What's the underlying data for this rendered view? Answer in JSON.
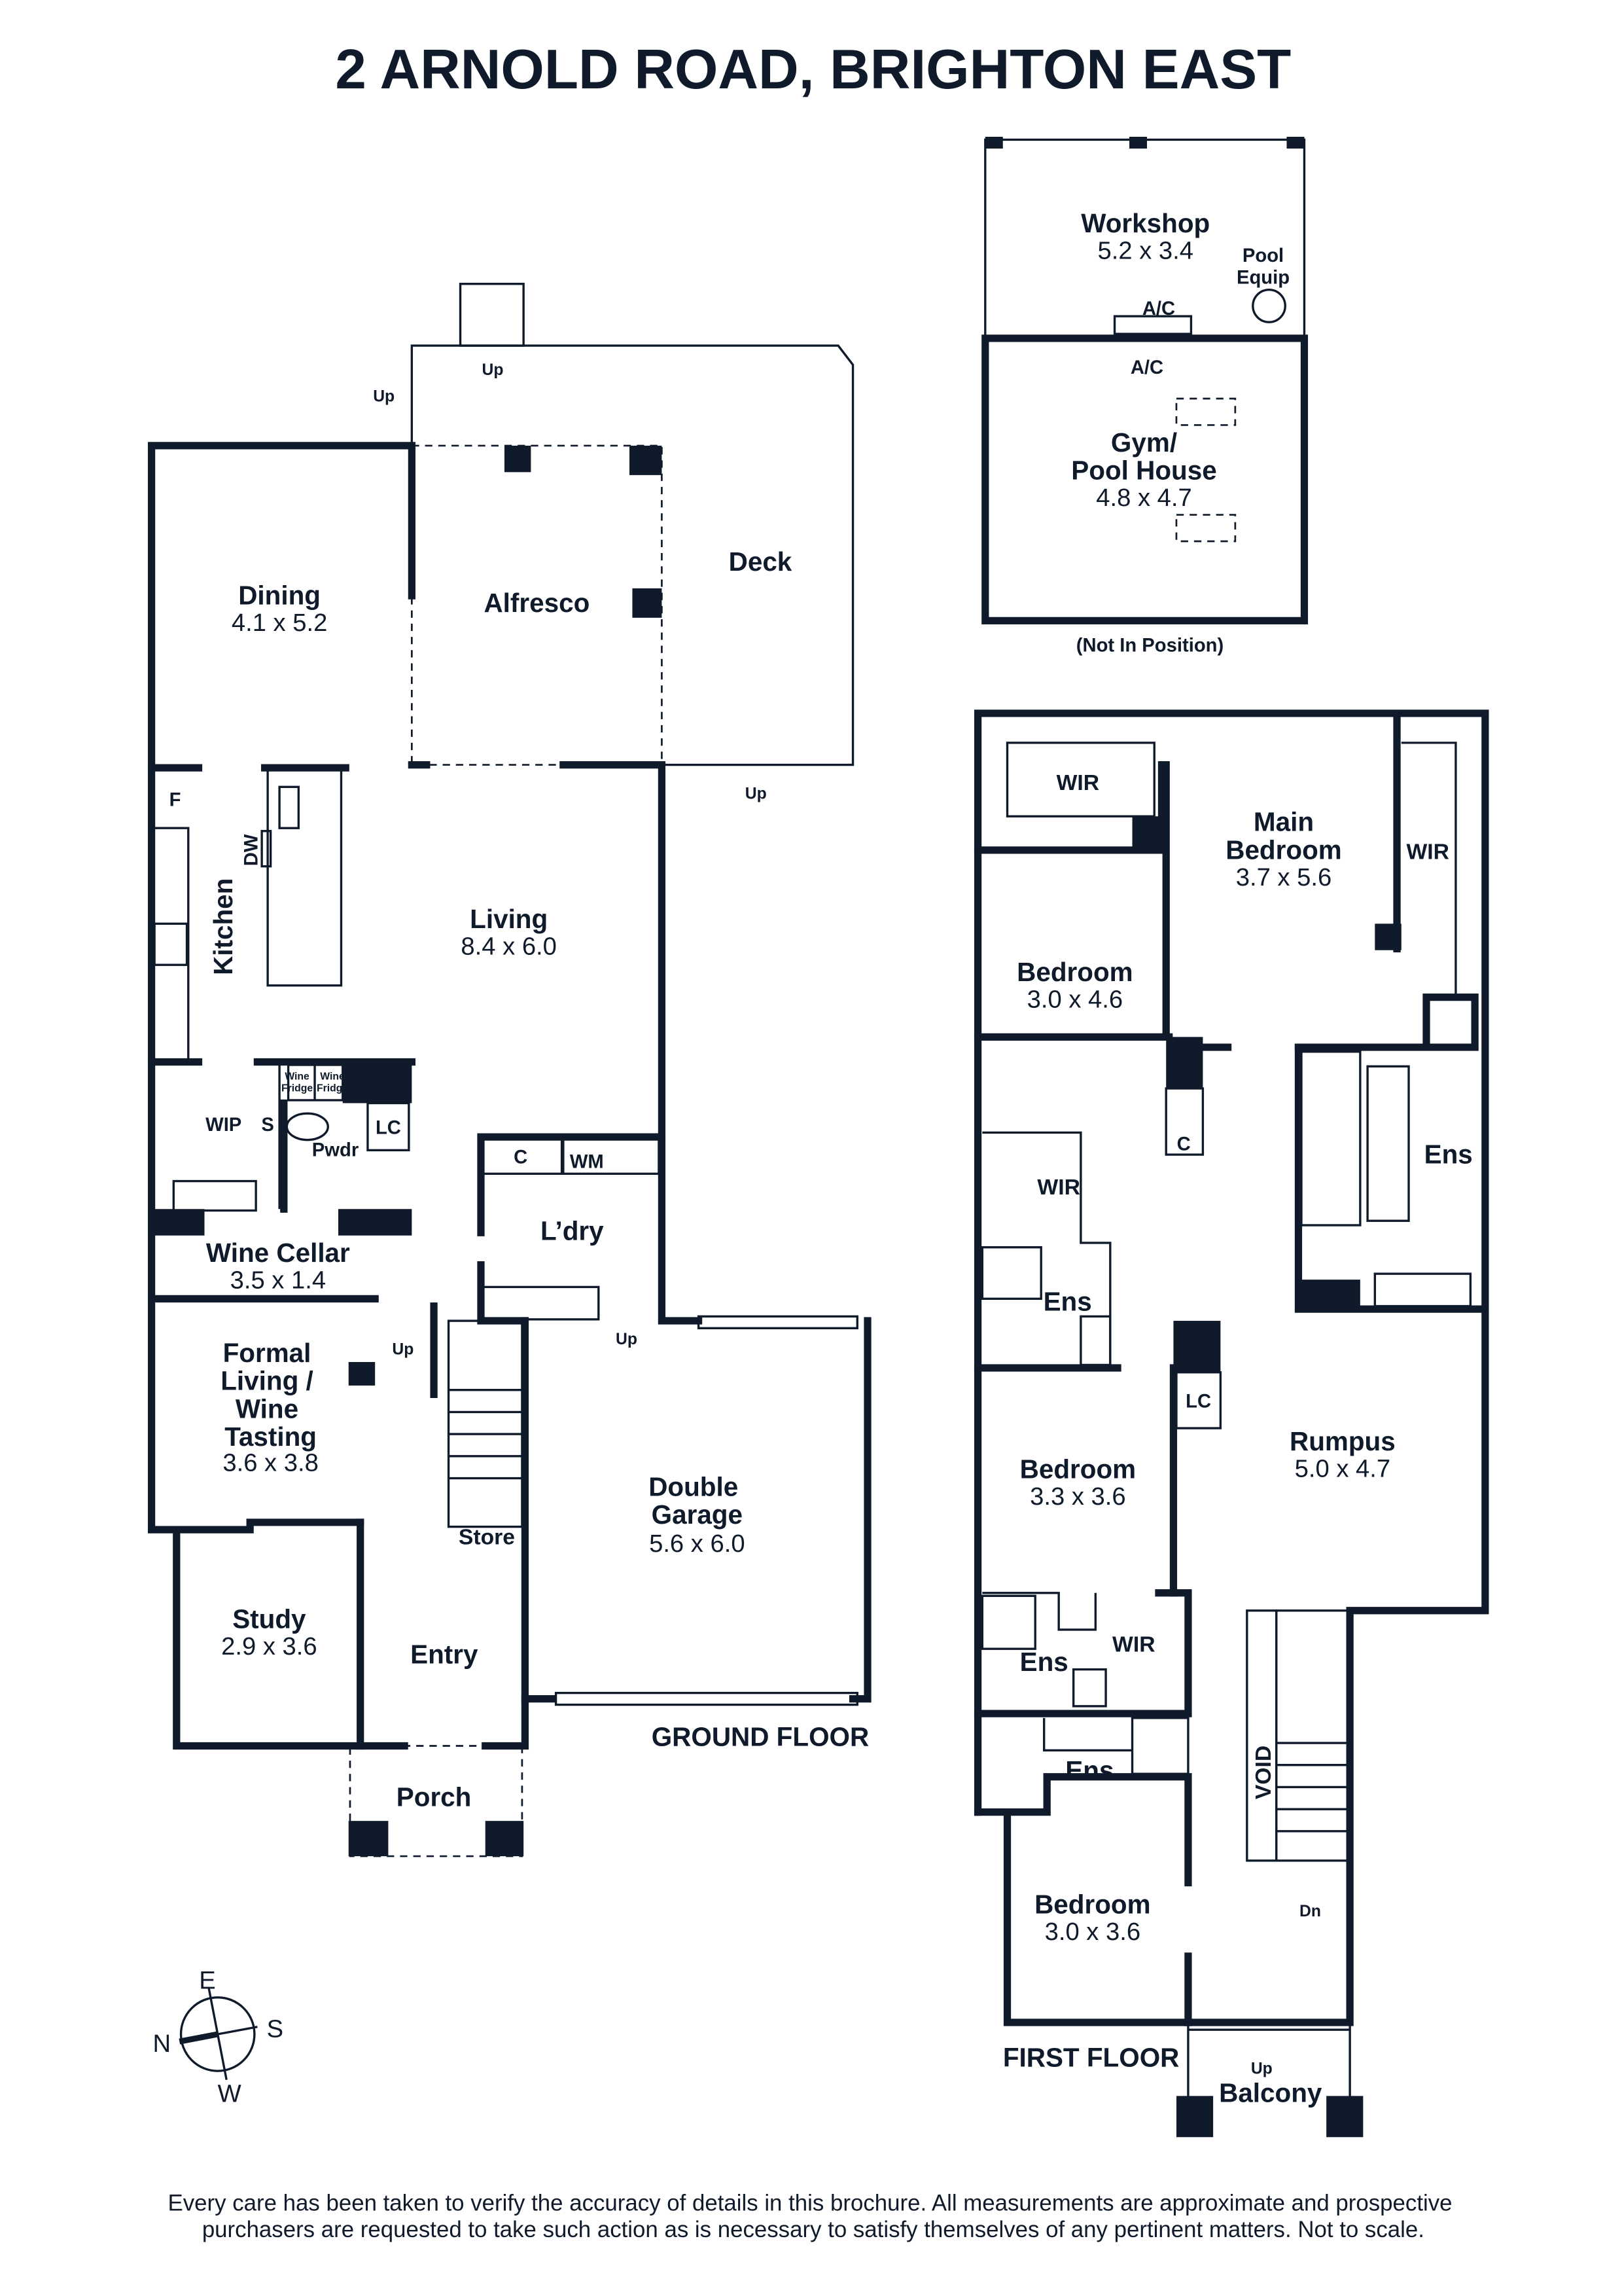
{
  "title": "2 ARNOLD ROAD, BRIGHTON EAST",
  "ground_floor": {
    "label": "GROUND FLOOR",
    "rooms": {
      "dining": {
        "name": "Dining",
        "dims": "4.1 x 5.2"
      },
      "alfresco": {
        "name": "Alfresco"
      },
      "deck": {
        "name": "Deck"
      },
      "kitchen": {
        "name": "Kitchen"
      },
      "living": {
        "name": "Living",
        "dims": "8.4 x 6.0"
      },
      "wip": {
        "name": "WIP"
      },
      "s": {
        "name": "S"
      },
      "pwdr": {
        "name": "Pwdr"
      },
      "lc": {
        "name": "LC"
      },
      "wine_fridge_1": {
        "line1": "Wine",
        "line2": "Fridge"
      },
      "wine_fridge_2": {
        "line1": "Wine",
        "line2": "Fridge"
      },
      "wine_cellar": {
        "name": "Wine Cellar",
        "dims": "3.5 x 1.4"
      },
      "laundry": {
        "name": "L’dry"
      },
      "c": {
        "name": "C"
      },
      "wm": {
        "name": "WM"
      },
      "formal_living": {
        "line1": "Formal",
        "line2": "Living /",
        "line3": "Wine",
        "line4": "Tasting",
        "dims": "3.6 x 3.8"
      },
      "study": {
        "name": "Study",
        "dims": "2.9 x 3.6"
      },
      "store": {
        "name": "Store"
      },
      "entry": {
        "name": "Entry"
      },
      "porch": {
        "name": "Porch"
      },
      "garage": {
        "line1": "Double",
        "line2": "Garage",
        "dims": "5.6 x 6.0"
      }
    },
    "fixtures": {
      "f": "F",
      "dw": "DW"
    },
    "arrows": {
      "up1": "Up",
      "up2": "Up",
      "up3": "Up",
      "up4": "Up",
      "up5": "Up"
    }
  },
  "outbuilding": {
    "workshop": {
      "name": "Workshop",
      "dims": "5.2 x 3.4"
    },
    "pool_equip": {
      "line1": "Pool",
      "line2": "Equip"
    },
    "ac1": "A/C",
    "ac2": "A/C",
    "gym": {
      "line1": "Gym/",
      "line2": "Pool House",
      "dims": "4.8 x 4.7"
    },
    "note": "(Not In Position)"
  },
  "first_floor": {
    "label": "FIRST FLOOR",
    "rooms": {
      "wir_main1": "WIR",
      "main_bedroom": {
        "line1": "Main",
        "line2": "Bedroom",
        "dims": "3.7 x 5.6"
      },
      "wir_main2": "WIR",
      "bedroom1": {
        "name": "Bedroom",
        "dims": "3.0 x 4.6"
      },
      "c": "C",
      "ens_main": "Ens",
      "wir_b1": "WIR",
      "ens_b1": "Ens",
      "lc": "LC",
      "bedroom2": {
        "name": "Bedroom",
        "dims": "3.3 x 3.6"
      },
      "rumpus": {
        "name": "Rumpus",
        "dims": "5.0 x 4.7"
      },
      "ens_b2": "Ens",
      "wir_b2": "WIR",
      "ens_b3": "Ens",
      "void": "VOID",
      "dn": "Dn",
      "bedroom3": {
        "name": "Bedroom",
        "dims": "3.0 x 3.6"
      },
      "up": "Up",
      "balcony": "Balcony"
    }
  },
  "compass": {
    "e": "E",
    "s": "S",
    "w": "W",
    "n": "N"
  },
  "disclaimer": {
    "line1": "Every care has been taken to verify the accuracy of details in this brochure. All measurements are approximate and prospective",
    "line2": "purchasers are requested to take such action as is necessary to satisfy themselves of any pertinent matters. Not to scale."
  },
  "colors": {
    "ink": "#0f1a2b",
    "background": "#ffffff"
  }
}
